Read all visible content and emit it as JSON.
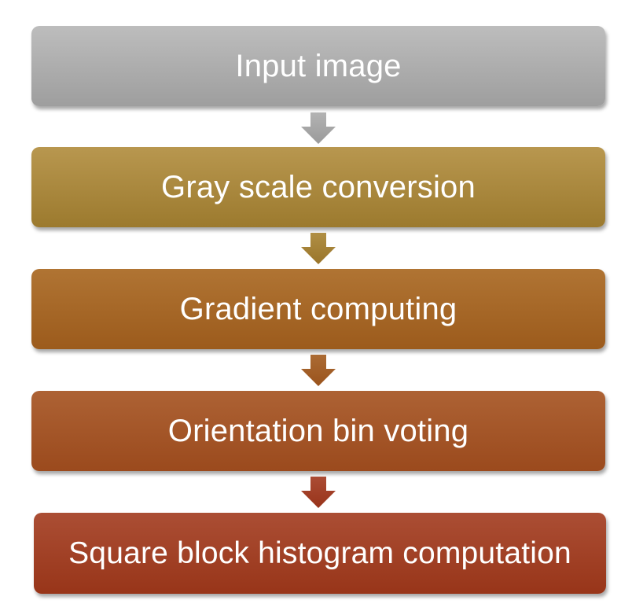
{
  "flowchart": {
    "steps": [
      {
        "label": "Input image",
        "color": "#a8a8a8"
      },
      {
        "label": "Gray scale conversion",
        "color": "#a9873c"
      },
      {
        "label": "Gradient computing",
        "color": "#a56828"
      },
      {
        "label": "Orientation bin voting",
        "color": "#a45528"
      },
      {
        "label": "Square block histogram computation",
        "color": "#a24126"
      }
    ],
    "arrow_colors": [
      "#a8a8a8",
      "#a9873c",
      "#a56828",
      "#a24126"
    ]
  }
}
